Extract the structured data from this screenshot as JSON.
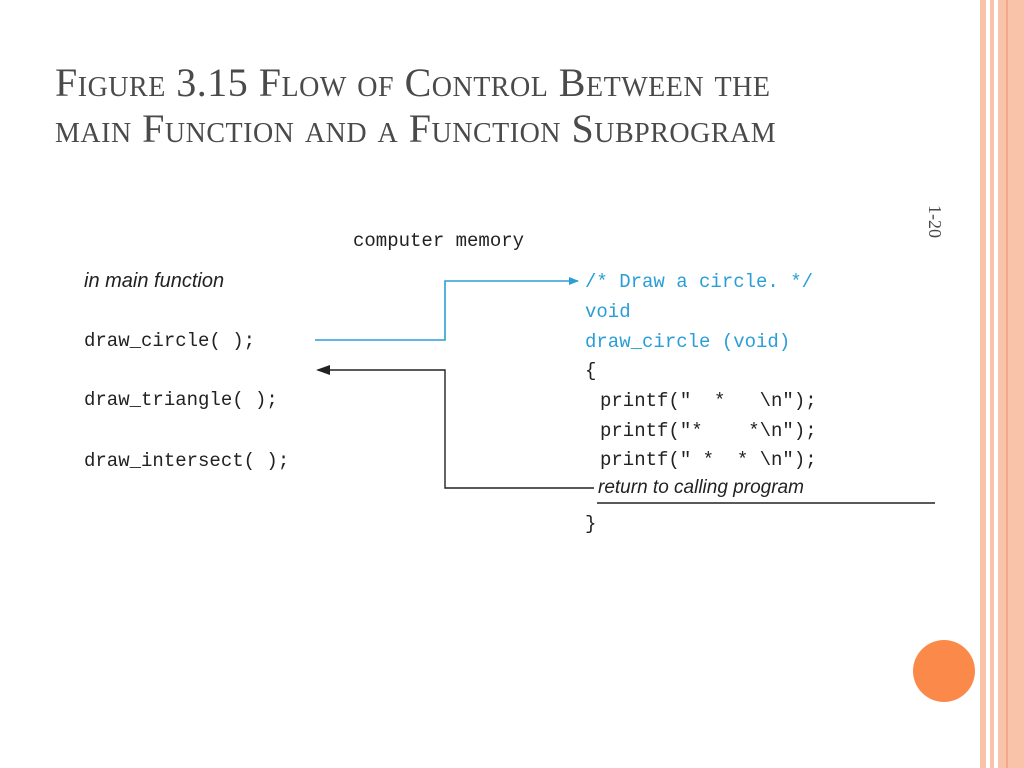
{
  "slide": {
    "title_line1": "Figure 3.15  Flow of Control Between the",
    "title_line2": "main Function and a Function Subprogram",
    "slide_number": "1-20"
  },
  "figure": {
    "memory_label": "computer memory",
    "main_label": "in main function",
    "main_calls": [
      "draw_circle( );",
      "draw_triangle( );",
      "draw_intersect( );"
    ],
    "func_comment": "/* Draw a circle. */",
    "func_return_type": "void",
    "func_signature": "draw_circle (void)",
    "open_brace": "{",
    "body_lines": [
      "printf(\"  *   \\n\");",
      "printf(\"*    *\\n\");",
      "printf(\" *  * \\n\");"
    ],
    "return_note": "return to calling program",
    "close_brace": "}"
  },
  "colors": {
    "accent": "#2a9ed6",
    "stripe": "#f9c3aa",
    "dot": "#fb8a4a"
  }
}
